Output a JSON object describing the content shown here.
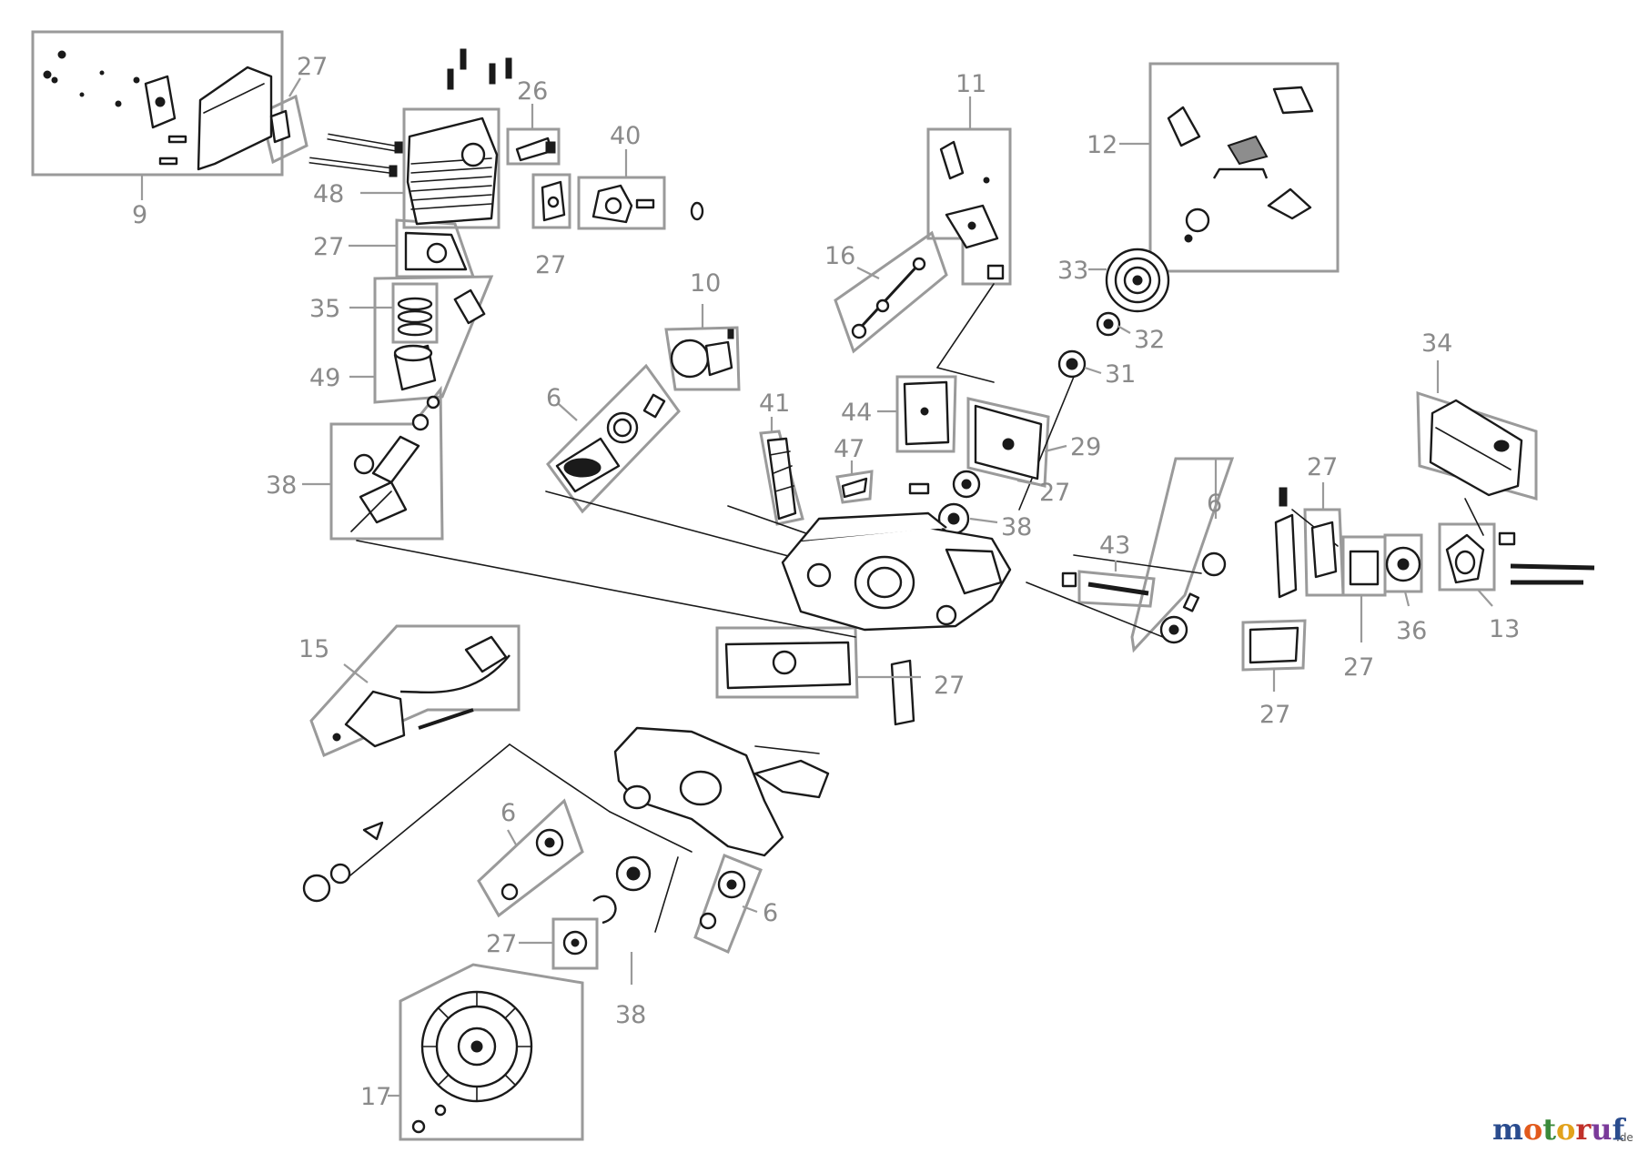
{
  "callouts": [
    "9",
    "27",
    "26",
    "40",
    "27",
    "48",
    "27",
    "35",
    "49",
    "38",
    "11",
    "16",
    "12",
    "33",
    "32",
    "31",
    "10",
    "6",
    "41",
    "47",
    "44",
    "29",
    "27",
    "38",
    "34",
    "27",
    "6",
    "43",
    "13",
    "36",
    "27",
    "27",
    "15",
    "27",
    "6",
    "6",
    "27",
    "38",
    "17"
  ],
  "brand": {
    "letters": [
      "m",
      "o",
      "t",
      "o",
      "r",
      "u",
      "f"
    ],
    "letter_colors": [
      "#2a4c8e",
      "#e25a1c",
      "#3a8a3a",
      "#e2a21c",
      "#c0302a",
      "#7a3a9a",
      "#2a4c8e"
    ],
    "suffix": ".de"
  }
}
